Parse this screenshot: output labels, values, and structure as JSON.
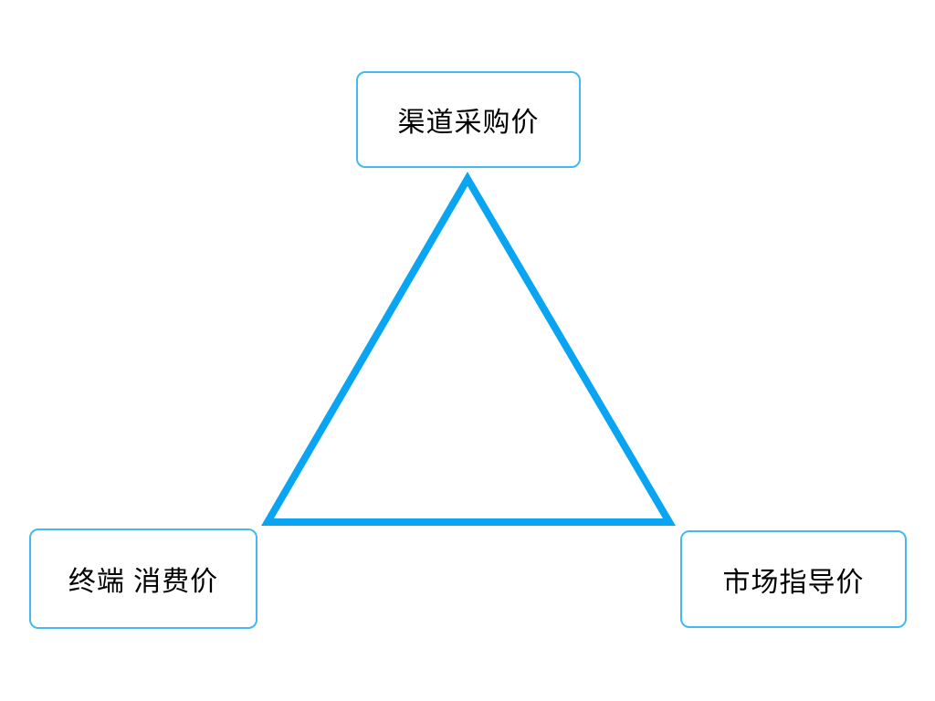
{
  "diagram": {
    "title": "price-triangle-diagram",
    "nodes": [
      {
        "id": "top",
        "label": "渠道采购价"
      },
      {
        "id": "bottom-left",
        "label": "终端 消费价"
      },
      {
        "id": "bottom-right",
        "label": "市场指导价"
      }
    ],
    "colors": {
      "triangle_stroke": "#0aa5f2",
      "box_border": "#45b8f0",
      "text": "#000000",
      "background": "#ffffff"
    }
  }
}
